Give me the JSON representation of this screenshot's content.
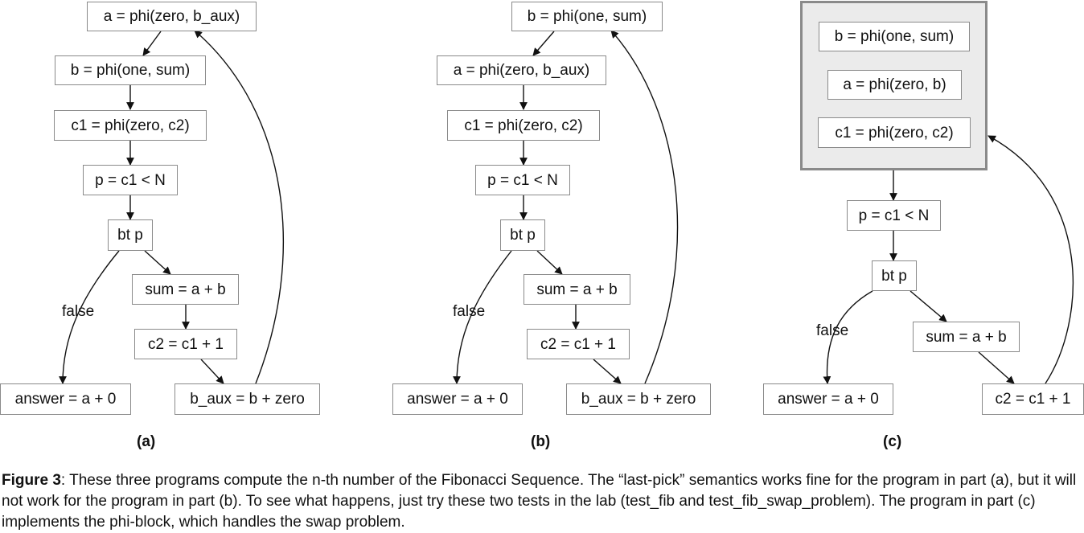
{
  "parts": {
    "a": {
      "label": "(a)",
      "nodes": {
        "phi_a": "a = phi(zero, b_aux)",
        "phi_b": "b = phi(one, sum)",
        "phi_c1": "c1 = phi(zero, c2)",
        "cmp": "p = c1 < N",
        "bt": "bt p",
        "sum": "sum = a + b",
        "inc": "c2 = c1 + 1",
        "answer": "answer = a + 0",
        "baux": "b_aux = b + zero"
      },
      "false_label": "false"
    },
    "b": {
      "label": "(b)",
      "nodes": {
        "phi_b": "b = phi(one, sum)",
        "phi_a": "a = phi(zero, b_aux)",
        "phi_c1": "c1 = phi(zero, c2)",
        "cmp": "p = c1 < N",
        "bt": "bt p",
        "sum": "sum = a + b",
        "inc": "c2 = c1 + 1",
        "answer": "answer = a + 0",
        "baux": "b_aux = b + zero"
      },
      "false_label": "false"
    },
    "c": {
      "label": "(c)",
      "nodes": {
        "phi_b": "b = phi(one, sum)",
        "phi_a": "a = phi(zero, b)",
        "phi_c1": "c1 = phi(zero, c2)",
        "cmp": "p = c1 < N",
        "bt": "bt p",
        "sum": "sum = a + b",
        "answer": "answer = a + 0",
        "inc": "c2 = c1 + 1"
      },
      "false_label": "false"
    }
  },
  "caption": {
    "prefix": "Figure 3",
    "text": ": These three programs compute the n-th number of the Fibonacci Sequence. The “last-pick” semantics works fine for the program in part (a), but it will not work for the program in part (b).  To see what happens, just try these two tests in the lab (test_fib and test_fib_swap_problem). The program in part (c) implements the phi-block, which handles the swap problem."
  }
}
